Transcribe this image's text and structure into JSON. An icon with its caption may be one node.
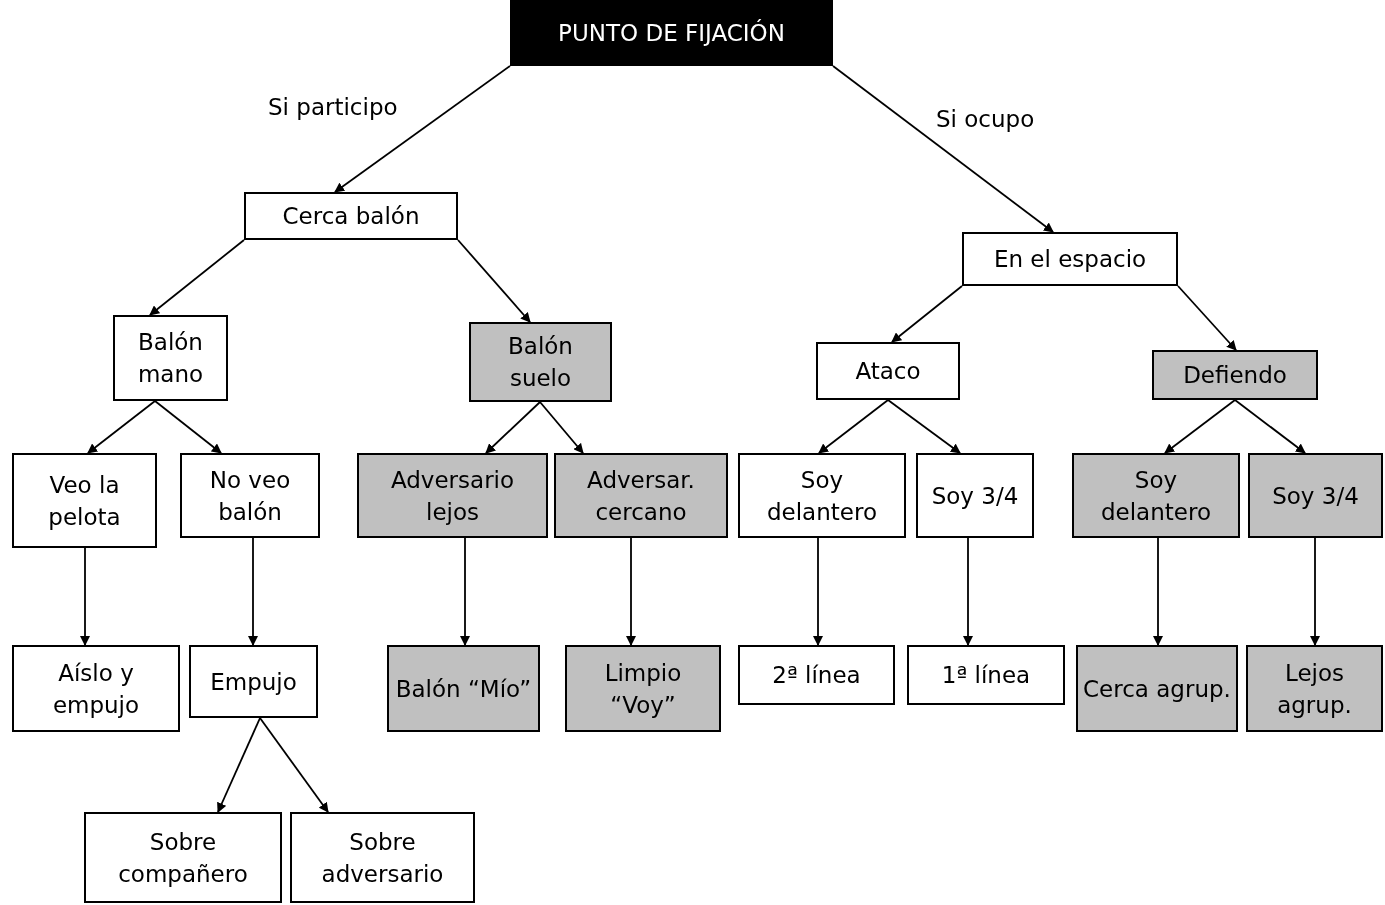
{
  "diagram": {
    "nodes": [
      {
        "text": [
          "PUNTO DE FIJACIÓN"
        ]
      },
      {
        "text": [
          "Cerca balón"
        ]
      },
      {
        "text": [
          "En el espacio"
        ]
      },
      {
        "text": [
          "Balón mano"
        ]
      },
      {
        "text": [
          "Balón suelo"
        ]
      },
      {
        "text": [
          "Ataco"
        ]
      },
      {
        "text": [
          "Defiendo"
        ]
      },
      {
        "text": [
          "Veo la pelota"
        ]
      },
      {
        "text": [
          "No veo balón"
        ]
      },
      {
        "text": [
          "Adversario lejos"
        ]
      },
      {
        "text": [
          "Adversar. cercano"
        ]
      },
      {
        "text": [
          "Soy delantero"
        ]
      },
      {
        "text": [
          "Soy 3/4"
        ]
      },
      {
        "text": [
          "Soy delantero"
        ]
      },
      {
        "text": [
          "Soy 3/4"
        ]
      },
      {
        "text": [
          "Aíslo y empujo"
        ]
      },
      {
        "text": [
          "Empujo"
        ]
      },
      {
        "text": [
          "Balón “Mío”"
        ]
      },
      {
        "text": [
          "Limpio “Voy”"
        ]
      },
      {
        "text": [
          "2ª línea"
        ]
      },
      {
        "text": [
          "1ª línea"
        ]
      },
      {
        "text": [
          "Cerca agrup."
        ]
      },
      {
        "text": [
          "Lejos agrup."
        ]
      },
      {
        "text": [
          "Sobre compañero"
        ]
      },
      {
        "text": [
          "Sobre adversario"
        ]
      }
    ],
    "edges": [
      {
        "from": 0,
        "to": 1,
        "arrow": "to",
        "label": "Si participo"
      },
      {
        "from": 0,
        "to": 2,
        "arrow": "to",
        "label": "Si ocupo"
      },
      {
        "from": 1,
        "to": 3,
        "arrow": "to"
      },
      {
        "from": 1,
        "to": 4,
        "arrow": "to"
      },
      {
        "from": 2,
        "to": 5,
        "arrow": "to"
      },
      {
        "from": 2,
        "to": 6,
        "arrow": "to"
      },
      {
        "from": 3,
        "to": 7,
        "arrow": "to"
      },
      {
        "from": 3,
        "to": 8,
        "arrow": "to"
      },
      {
        "from": 4,
        "to": 9,
        "arrow": "to"
      },
      {
        "from": 4,
        "to": 10,
        "arrow": "to"
      },
      {
        "from": 5,
        "to": 11,
        "arrow": "to"
      },
      {
        "from": 5,
        "to": 12,
        "arrow": "to"
      },
      {
        "from": 6,
        "to": 13,
        "arrow": "to"
      },
      {
        "from": 6,
        "to": 14,
        "arrow": "to"
      },
      {
        "from": 7,
        "to": 15,
        "arrow": "to"
      },
      {
        "from": 8,
        "to": 16,
        "arrow": "to"
      },
      {
        "from": 9,
        "to": 17,
        "arrow": "to"
      },
      {
        "from": 10,
        "to": 18,
        "arrow": "to"
      },
      {
        "from": 11,
        "to": 19,
        "arrow": "to"
      },
      {
        "from": 12,
        "to": 20,
        "arrow": "to"
      },
      {
        "from": 13,
        "to": 21,
        "arrow": "to"
      },
      {
        "from": 14,
        "to": 22,
        "arrow": "to"
      },
      {
        "from": 16,
        "to": 23,
        "arrow": "to"
      },
      {
        "from": 16,
        "to": 24,
        "arrow": "to"
      }
    ]
  }
}
